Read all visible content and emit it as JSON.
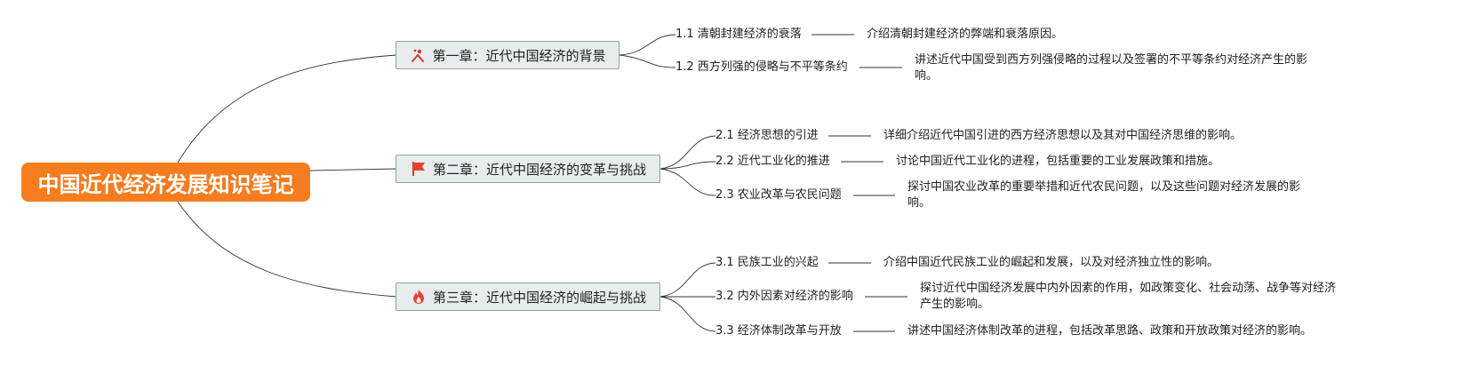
{
  "root": {
    "title": "中国近代经济发展知识笔记"
  },
  "chapters": [
    {
      "title": "第一章：近代中国经济的背景",
      "icon": "tools-icon",
      "sections": [
        {
          "title": "1.1 清朝封建经济的衰落",
          "note": "介绍清朝封建经济的弊端和衰落原因。"
        },
        {
          "title": "1.2 西方列强的侵略与不平等条约",
          "note": "讲述近代中国受到西方列强侵略的过程以及签署的不平等条约对经济产生的影响。"
        }
      ]
    },
    {
      "title": "第二章：近代中国经济的变革与挑战",
      "icon": "red-flag-icon",
      "sections": [
        {
          "title": "2.1 经济思想的引进",
          "note": "详细介绍近代中国引进的西方经济思想以及其对中国经济思维的影响。"
        },
        {
          "title": "2.2 近代工业化的推进",
          "note": "讨论中国近代工业化的进程，包括重要的工业发展政策和措施。"
        },
        {
          "title": "2.3 农业改革与农民问题",
          "note": "探讨中国农业改革的重要举措和近代农民问题，以及这些问题对经济发展的影响。"
        }
      ]
    },
    {
      "title": "第三章：近代中国经济的崛起与挑战",
      "icon": "fire-icon",
      "sections": [
        {
          "title": "3.1 民族工业的兴起",
          "note": "介绍中国近代民族工业的崛起和发展，以及对经济独立性的影响。"
        },
        {
          "title": "3.2 内外因素对经济的影响",
          "note": "探讨近代中国经济发展中内外因素的作用，如政策变化、社会动荡、战争等对经济产生的影响。"
        },
        {
          "title": "3.3 经济体制改革与开放",
          "note": "讲述中国经济体制改革的进程，包括改革思路、政策和开放政策对经济的影响。"
        }
      ]
    }
  ]
}
